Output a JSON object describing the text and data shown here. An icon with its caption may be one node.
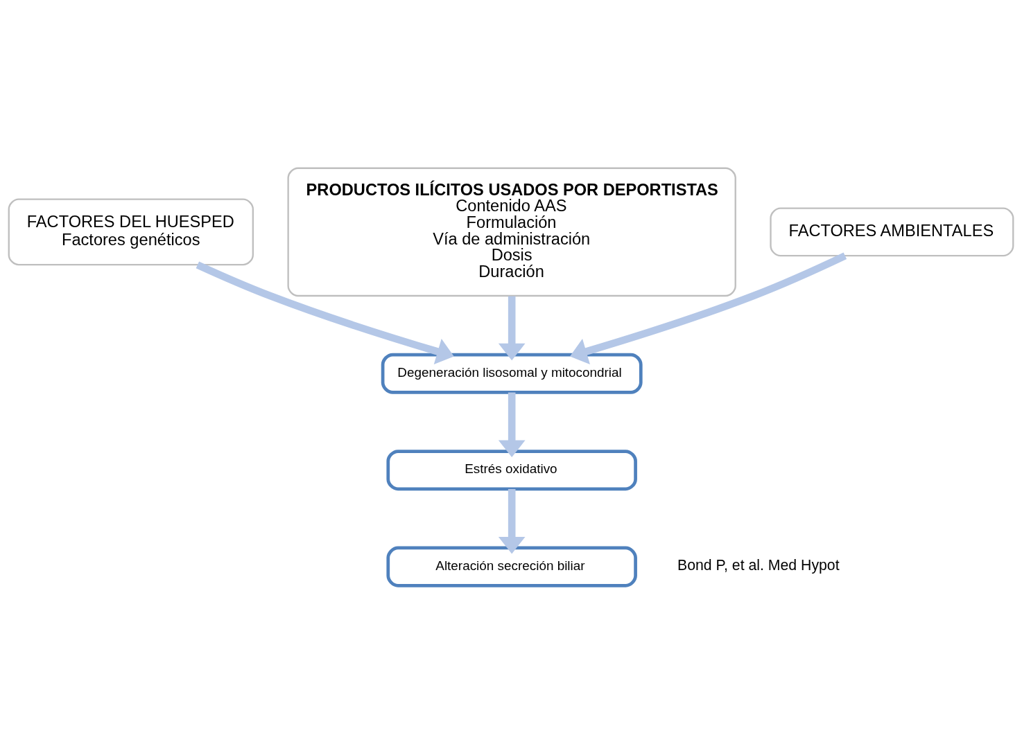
{
  "diagram": {
    "nodes": [
      {
        "text": [
          "PRODUCTOS ILÍCITOS USADOS POR DEPORTISTAS",
          "Contenido AAS",
          "Formulación",
          "Vía de administración",
          "Dosis",
          "Duración"
        ]
      },
      {
        "text": [
          "FACTORES DEL HUESPED",
          "Factores genéticos"
        ]
      },
      {
        "text": [
          "FACTORES AMBIENTALES"
        ]
      },
      {
        "text": [
          "Degeneración lisosomal y mitocondrial"
        ]
      },
      {
        "text": [
          "Estrés oxidativo"
        ]
      },
      {
        "text": [
          "Alteración secreción biliar"
        ]
      }
    ],
    "edges": [
      {
        "from": 1,
        "to": 3,
        "arrow": "to"
      },
      {
        "from": 0,
        "to": 3,
        "arrow": "to"
      },
      {
        "from": 2,
        "to": 3,
        "arrow": "to"
      },
      {
        "from": 3,
        "to": 4,
        "arrow": "to"
      },
      {
        "from": 4,
        "to": 5,
        "arrow": "to"
      }
    ],
    "labels": [
      "Bond P, et al. Med Hypot"
    ]
  }
}
